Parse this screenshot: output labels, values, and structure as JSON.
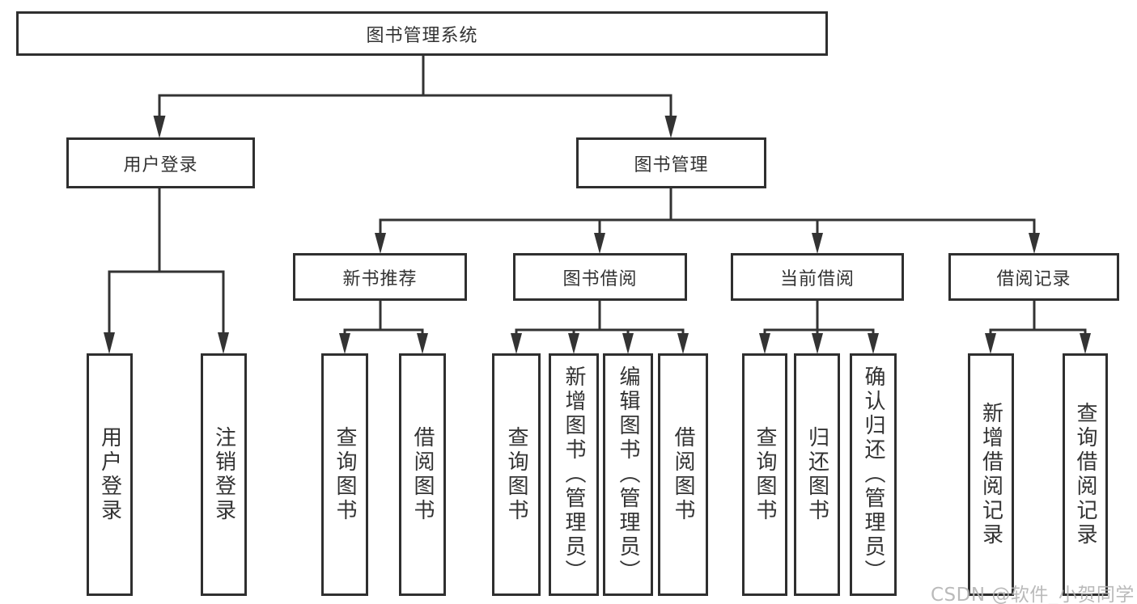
{
  "page": {
    "background": "#ffffff",
    "watermark": {
      "text": "CSDN @软件_小贺同学",
      "color": "#b3b3b3"
    }
  },
  "diagram": {
    "type": "hierarchy-tree",
    "line_color": "#333333",
    "border_color": "#2f2f2f",
    "text_color": "#333333",
    "tree": {
      "label": "图书管理系统",
      "children": [
        {
          "label": "用户登录",
          "children": [
            {
              "label": "用户登录"
            },
            {
              "label": "注销登录"
            }
          ]
        },
        {
          "label": "图书管理",
          "children": [
            {
              "label": "新书推荐",
              "children": [
                {
                  "label": "查询图书"
                },
                {
                  "label": "借阅图书"
                }
              ]
            },
            {
              "label": "图书借阅",
              "children": [
                {
                  "label": "查询图书"
                },
                {
                  "label": "新增图书（管理员）"
                },
                {
                  "label": "编辑图书（管理员）"
                },
                {
                  "label": "借阅图书"
                }
              ]
            },
            {
              "label": "当前借阅",
              "children": [
                {
                  "label": "查询图书"
                },
                {
                  "label": "归还图书"
                },
                {
                  "label": "确认归还（管理员）"
                }
              ]
            },
            {
              "label": "借阅记录",
              "children": [
                {
                  "label": "新增借阅记录"
                },
                {
                  "label": "查询借阅记录"
                }
              ]
            }
          ]
        }
      ]
    }
  }
}
